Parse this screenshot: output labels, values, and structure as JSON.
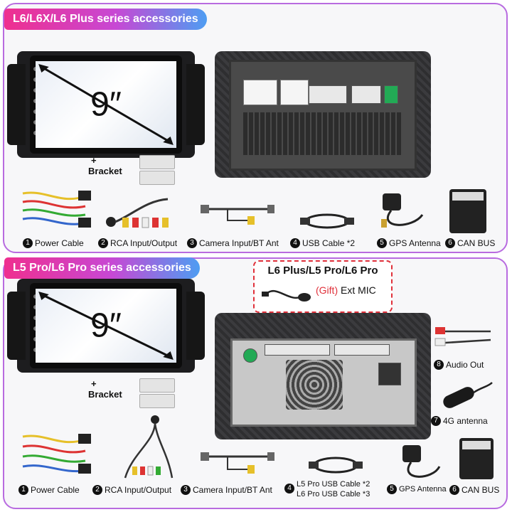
{
  "sections": {
    "top": {
      "title": "L6/L6X/L6 Plus series accessories",
      "screen_size": "9″"
    },
    "bottom": {
      "title": "L5 Pro/L6 Pro series accessories",
      "screen_size": "9″"
    }
  },
  "bracket": {
    "plus": "+",
    "label": "Bracket"
  },
  "gift": {
    "title": "L6 Plus/L5 Pro/L6 Pro",
    "tag": "(Gift)",
    "item": "Ext MIC"
  },
  "top_accessories": [
    {
      "num": "1",
      "label": "Power Cable"
    },
    {
      "num": "2",
      "label": "RCA Input/Output"
    },
    {
      "num": "3",
      "label": "Camera Input/BT Ant"
    },
    {
      "num": "4",
      "label": "USB Cable *2"
    },
    {
      "num": "5",
      "label": "GPS Antenna"
    },
    {
      "num": "6",
      "label": "CAN BUS"
    }
  ],
  "bottom_accessories": [
    {
      "num": "1",
      "label": "Power Cable"
    },
    {
      "num": "2",
      "label": "RCA Input/Output"
    },
    {
      "num": "3",
      "label": "Camera Input/BT Ant"
    },
    {
      "num": "4",
      "label": "L5 Pro USB Cable *2",
      "label2": "L6 Pro USB Cable *3"
    },
    {
      "num": "5",
      "label": "GPS Antenna"
    },
    {
      "num": "6",
      "label": "CAN BUS"
    },
    {
      "num": "7",
      "label": "4G antenna"
    },
    {
      "num": "8",
      "label": "Audio Out"
    }
  ],
  "colors": {
    "accent_pink": "#ef2f8f",
    "accent_purple": "#c748d4",
    "accent_blue": "#4e9df2",
    "gift_red": "#e0303a"
  }
}
